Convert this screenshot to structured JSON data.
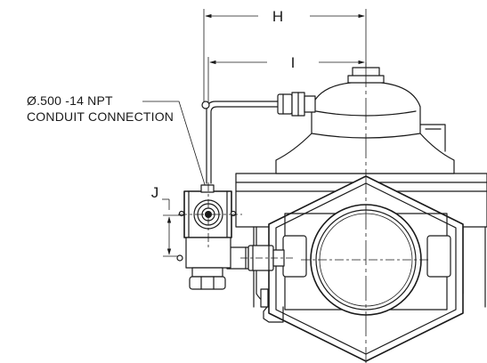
{
  "dimensions": {
    "h_label": "H",
    "i_label": "I",
    "j_label": "J"
  },
  "callout": {
    "line1": "Ø.500 -14 NPT",
    "line2": "CONDUIT CONNECTION"
  }
}
